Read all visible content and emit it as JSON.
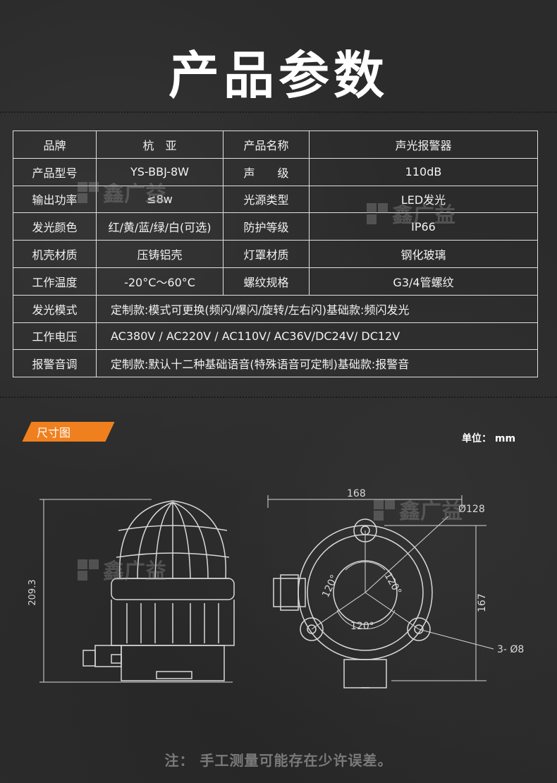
{
  "title": "产品参数",
  "params": {
    "rows4": [
      {
        "k1": "品牌",
        "v1": "杭　亚",
        "k2": "产品名称",
        "v2": "声光报警器"
      },
      {
        "k1": "产品型号",
        "v1": "YS-BBJ-8W",
        "k2": "声　　级",
        "v2": "110dB"
      },
      {
        "k1": "输出功率",
        "v1": "≤8w",
        "k2": "光源类型",
        "v2": "LED发光"
      },
      {
        "k1": "发光颜色",
        "v1": "红/黄/蓝/绿/白(可选)",
        "k2": "防护等级",
        "v2": "IP66"
      },
      {
        "k1": "机壳材质",
        "v1": "压铸铝壳",
        "k2": "灯罩材质",
        "v2": "钢化玻璃"
      },
      {
        "k1": "工作温度",
        "v1": "-20°C～60°C",
        "k2": "螺纹规格",
        "v2": "G3/4管螺纹"
      }
    ],
    "rows2": [
      {
        "k": "发光模式",
        "v": "定制款:模式可更换(频闪/爆闪/旋转/左右闪)基础款:频闪发光"
      },
      {
        "k": "工作电压",
        "v": "AC380V / AC220V / AC110V/ AC36V/DC24V/ DC12V"
      },
      {
        "k": "报警音调",
        "v": "定制款:默认十二种基础语音(特殊语音可定制)基础款:报警音"
      }
    ]
  },
  "size_tag": "尺寸图",
  "unit_label": "单位： mm",
  "dims": {
    "height": "209.3",
    "width": "168",
    "diameter": "Ø128",
    "angle_a": "120°",
    "angle_b": "120°",
    "angle_c": "120°",
    "depth": "167",
    "holes": "3- Ø8"
  },
  "watermark": "鑫广益",
  "note": "注： 手工测量可能存在少许误差。",
  "colors": {
    "accent": "#f0801e",
    "line": "#e0e0e0",
    "note": "#7a7a7a"
  }
}
